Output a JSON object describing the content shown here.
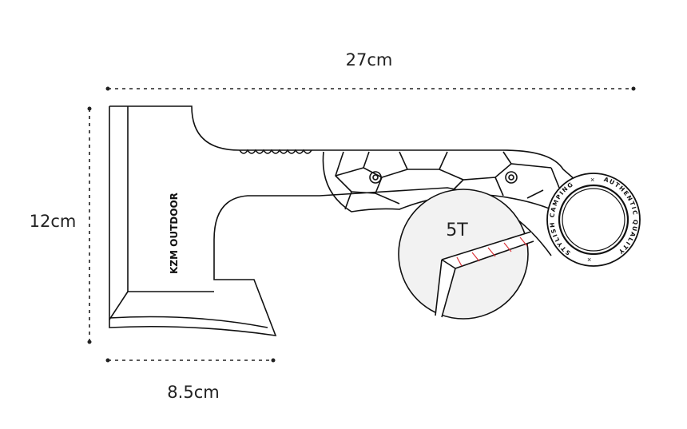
{
  "dimensions": {
    "length": "27cm",
    "height": "12cm",
    "head_width": "8.5cm"
  },
  "brand_text": "KZM OUTDOOR",
  "zoom_label": "5T",
  "ring_text": {
    "top": "AUTHENTIC QUALITY",
    "left": "STYLISH CAMPING",
    "separator": "×"
  },
  "colors": {
    "line": "#111111",
    "edge_marks": "#d9343a",
    "zoom_fill": "#f2f2f2"
  }
}
